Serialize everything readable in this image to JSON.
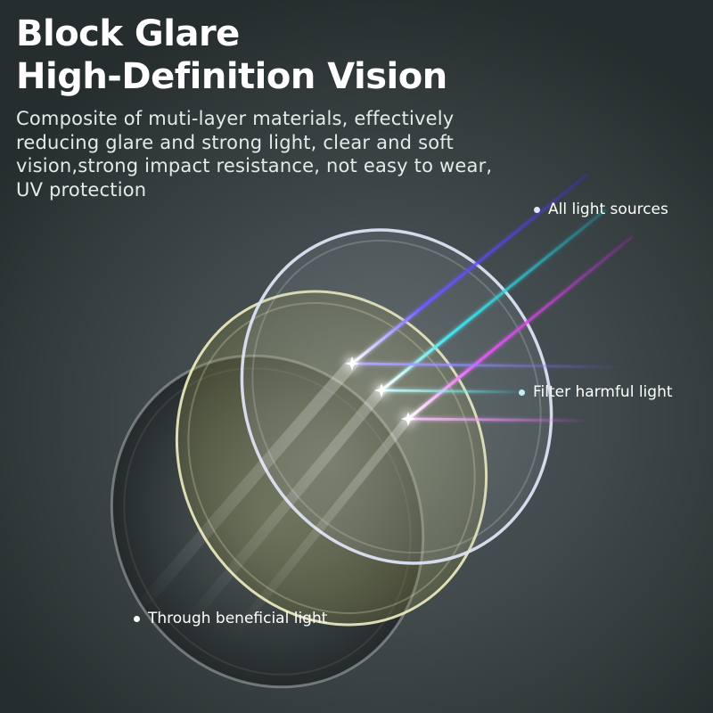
{
  "headline": {
    "line1": "Block Glare",
    "line2": "High-Definition Vision"
  },
  "description": {
    "line1": "Composite of muti-layer materials, effectively",
    "line2": "reducing glare and strong light, clear and soft",
    "line3": "vision,strong impact resistance, not easy to wear,",
    "line4": "UV protection"
  },
  "labels": {
    "all_light_sources": "All light sources",
    "filter_harmful_light": "Filter harmful light",
    "through_beneficial_light": "Through beneficial light"
  },
  "colors": {
    "background": "#3a4344",
    "text": "#ffffff",
    "ray_blue": "#5a4dff",
    "ray_cyan": "#3fe0e8",
    "ray_magenta": "#e04cf0",
    "lens_yellow_tint": "#e8e6a0"
  }
}
